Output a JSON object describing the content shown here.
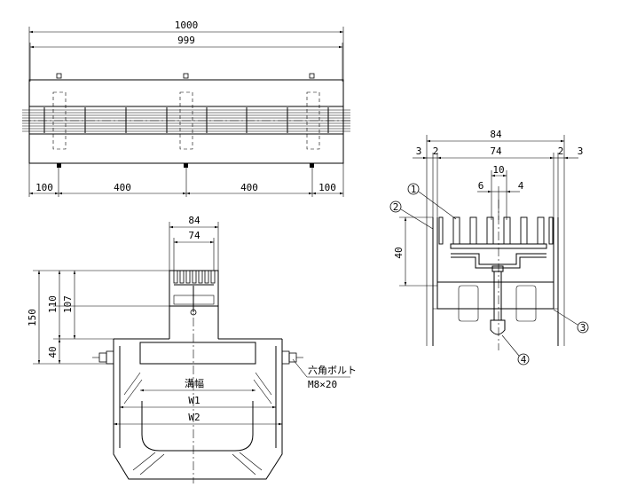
{
  "top_view": {
    "dim_total_outer": "1000",
    "dim_total_inner": "999",
    "dim_seg_1": "100",
    "dim_seg_2": "400",
    "dim_seg_3": "400",
    "dim_seg_4": "100"
  },
  "section_view": {
    "dim_width_outer": "84",
    "dim_width_inner": "74",
    "dim_height_total": "150",
    "dim_height_110": "110",
    "dim_height_107": "107",
    "dim_height_40": "40",
    "label_channel_width": "溝幅",
    "label_w1": "W1",
    "label_w2": "W2",
    "bolt_label_line1": "六角ボルト",
    "bolt_label_line2": "M8×20"
  },
  "detail_view": {
    "dim_outer": "84",
    "dim_inner": "74",
    "dim_left_3": "3",
    "dim_left_2": "2",
    "dim_right_2": "2",
    "dim_right_3": "3",
    "dim_10": "10",
    "dim_6": "6",
    "dim_4": "4",
    "dim_40": "40",
    "callout_1": "1",
    "callout_2": "2",
    "callout_3": "3",
    "callout_4": "4"
  }
}
